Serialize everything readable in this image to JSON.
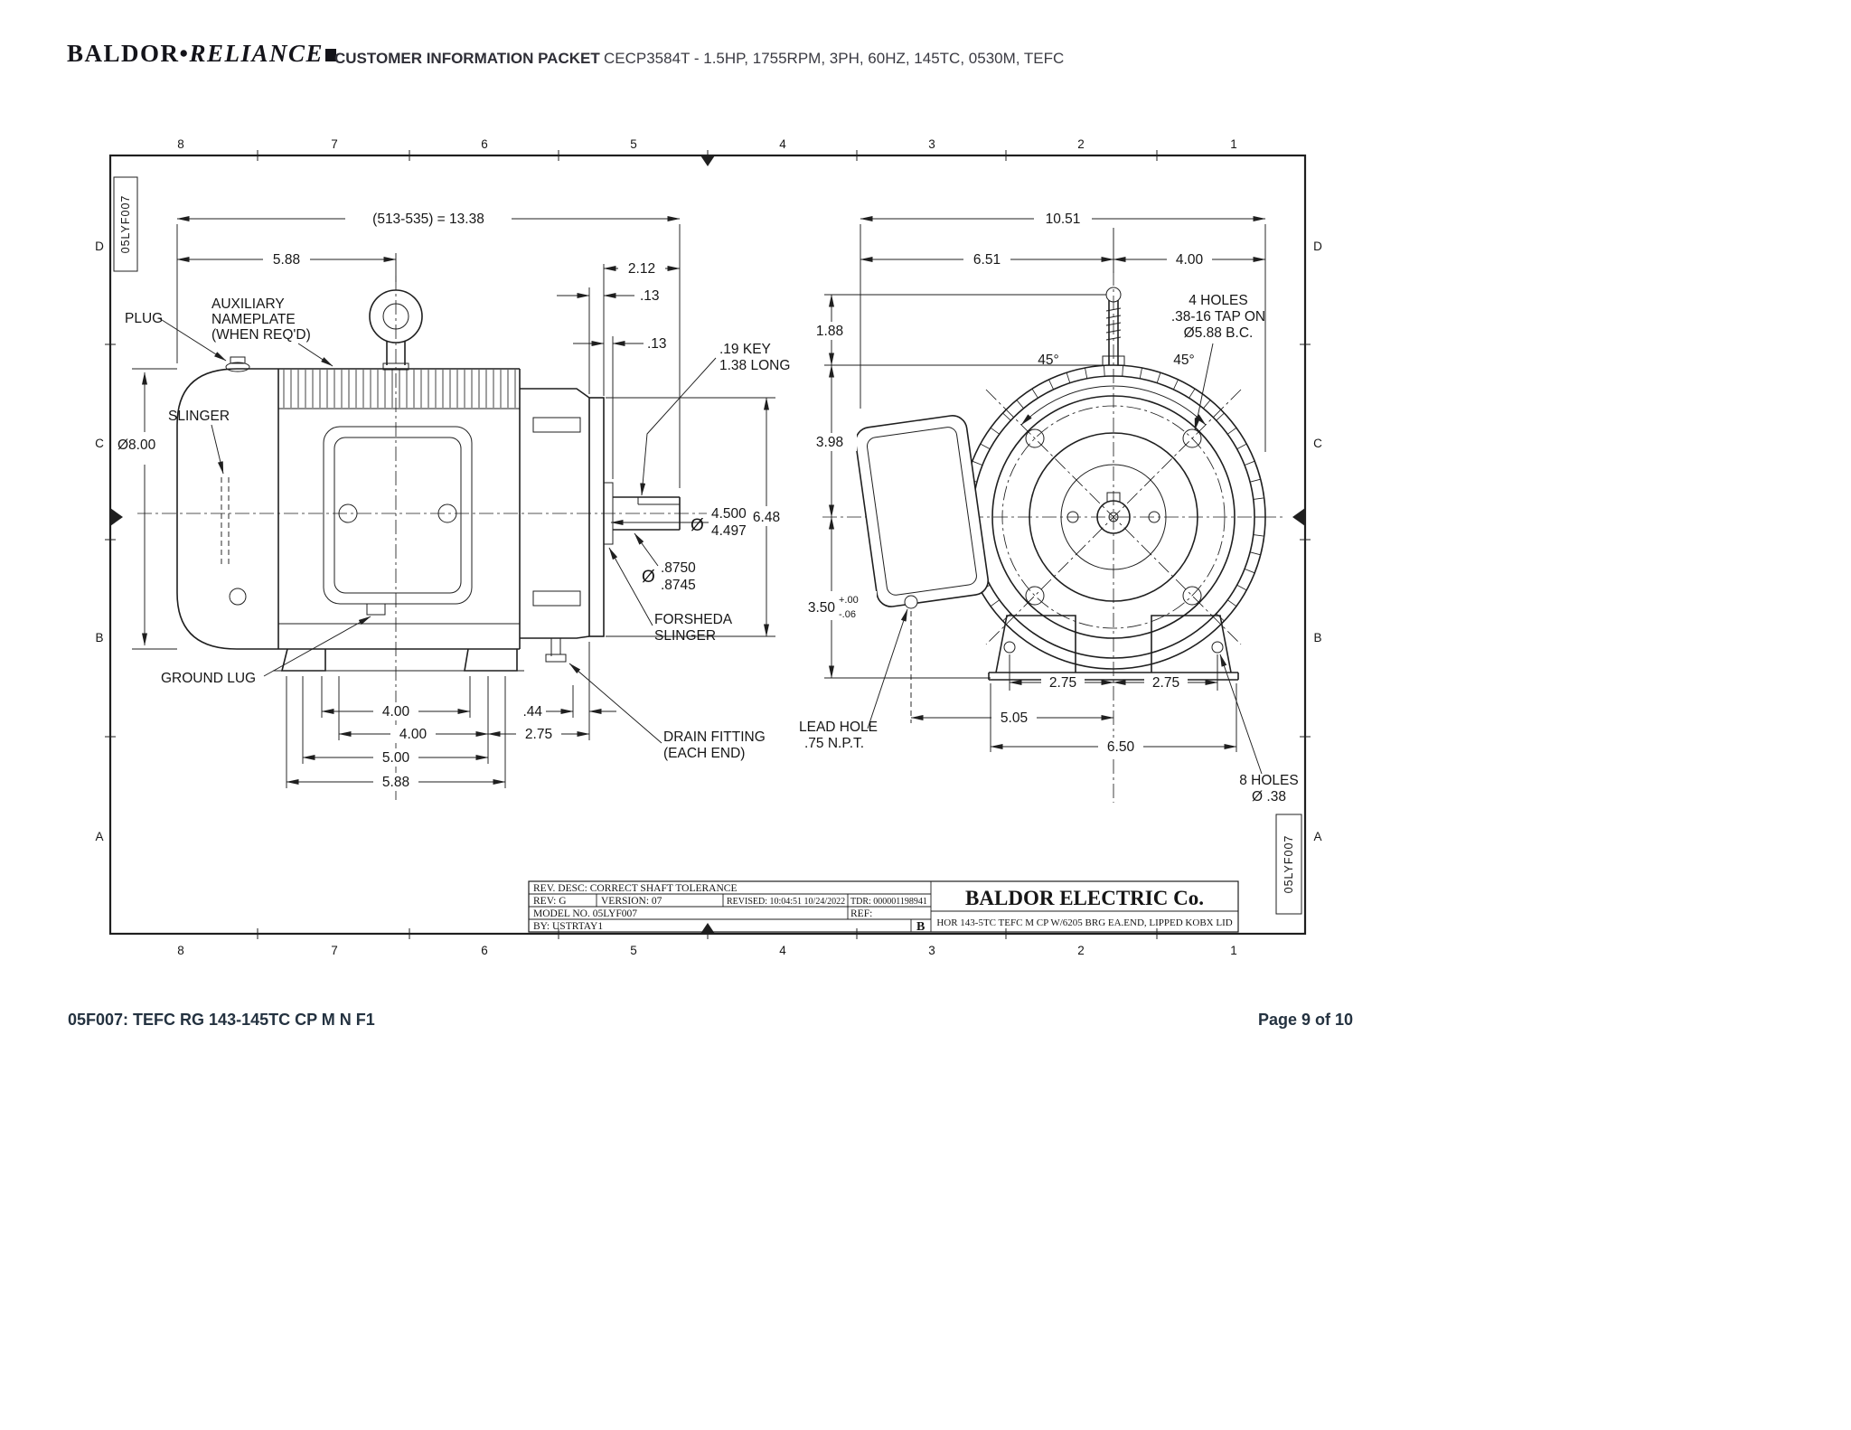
{
  "header": {
    "logo_baldor": "BALDOR",
    "logo_sep": "•",
    "logo_reliance": "RELIANCE",
    "packet": "CUSTOMER INFORMATION PACKET",
    "spec": "CECP3584T - 1.5HP, 1755RPM, 3PH, 60HZ, 145TC, 0530M, TEFC"
  },
  "frame": {
    "cols": [
      "8",
      "7",
      "6",
      "5",
      "4",
      "3",
      "2",
      "1"
    ],
    "rows": [
      "D",
      "C",
      "B",
      "A"
    ],
    "stamp": "05LYF007"
  },
  "side_view": {
    "labels": {
      "plug": "PLUG",
      "aux1": "AUXILIARY",
      "aux2": "NAMEPLATE",
      "aux3": "(WHEN REQ'D)",
      "slinger": "SLINGER",
      "ground": "GROUND LUG",
      "key1": ".19 KEY",
      "key2": "1.38 LONG",
      "forsheda1": "FORSHEDA",
      "forsheda2": "SLINGER",
      "drain1": "DRAIN FITTING",
      "drain2": "(EACH END)"
    },
    "dims": {
      "overall": "(513-535) = 13.38",
      "top588": "5.88",
      "d212": "2.12",
      "d13a": ".13",
      "d13b": ".13",
      "dia8": "Ø8.00",
      "d648": "6.48",
      "dsym": "Ø",
      "shaft_hi": "4.500",
      "shaft_lo": "4.497",
      "dsym2": "Ø",
      "shaft2_hi": ".8750",
      "shaft2_lo": ".8745",
      "row1": "4.00",
      "row1b": ".44",
      "row2": "4.00",
      "row2b": "2.75",
      "row3": "5.00",
      "row4": "5.88"
    }
  },
  "end_view": {
    "labels": {
      "holes4_1": "4 HOLES",
      "holes4_2": ".38-16 TAP ON",
      "holes4_3": "Ø5.88 B.C.",
      "deg_l": "45°",
      "deg_r": "45°",
      "lead1": "LEAD HOLE",
      "lead2": ".75 N.P.T.",
      "holes8_1": "8 HOLES",
      "holes8_2": "Ø .38"
    },
    "dims": {
      "d1051": "10.51",
      "d651": "6.51",
      "d400": "4.00",
      "d188": "1.88",
      "d398": "3.98",
      "d350": "3.50",
      "tolp": "+.00",
      "tolm": "-.06",
      "e275l": "2.75",
      "e275r": "2.75",
      "d505": "5.05",
      "d650": "6.50"
    }
  },
  "title_block": {
    "rev_desc": "REV. DESC: CORRECT SHAFT TOLERANCE",
    "rev": "REV:  G",
    "version": "VERSION:  07",
    "revised": "REVISED:  10:04:51 10/24/2022",
    "tdr": "TDR:  000001198941",
    "model": "MODEL NO.   05LYF007",
    "ref": "REF:",
    "by": "BY: USTRTAY1",
    "size": "B",
    "company": "BALDOR ELECTRIC Co.",
    "description": "HOR 143-5TC TEFC M CP W/6205 BRG EA.END, LIPPED KOBX LID"
  },
  "footer": {
    "left": "05F007: TEFC RG 143-145TC CP M N F1",
    "right": "Page 9 of 10"
  }
}
